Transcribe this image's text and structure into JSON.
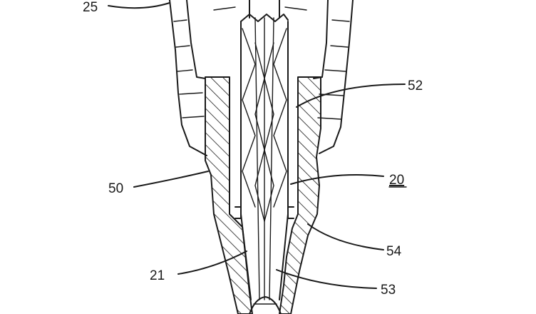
{
  "diagram": {
    "labels": {
      "l25": "25",
      "l52": "52",
      "l50": "50",
      "l20": "20",
      "l54": "54",
      "l21": "21",
      "l53": "53"
    }
  }
}
